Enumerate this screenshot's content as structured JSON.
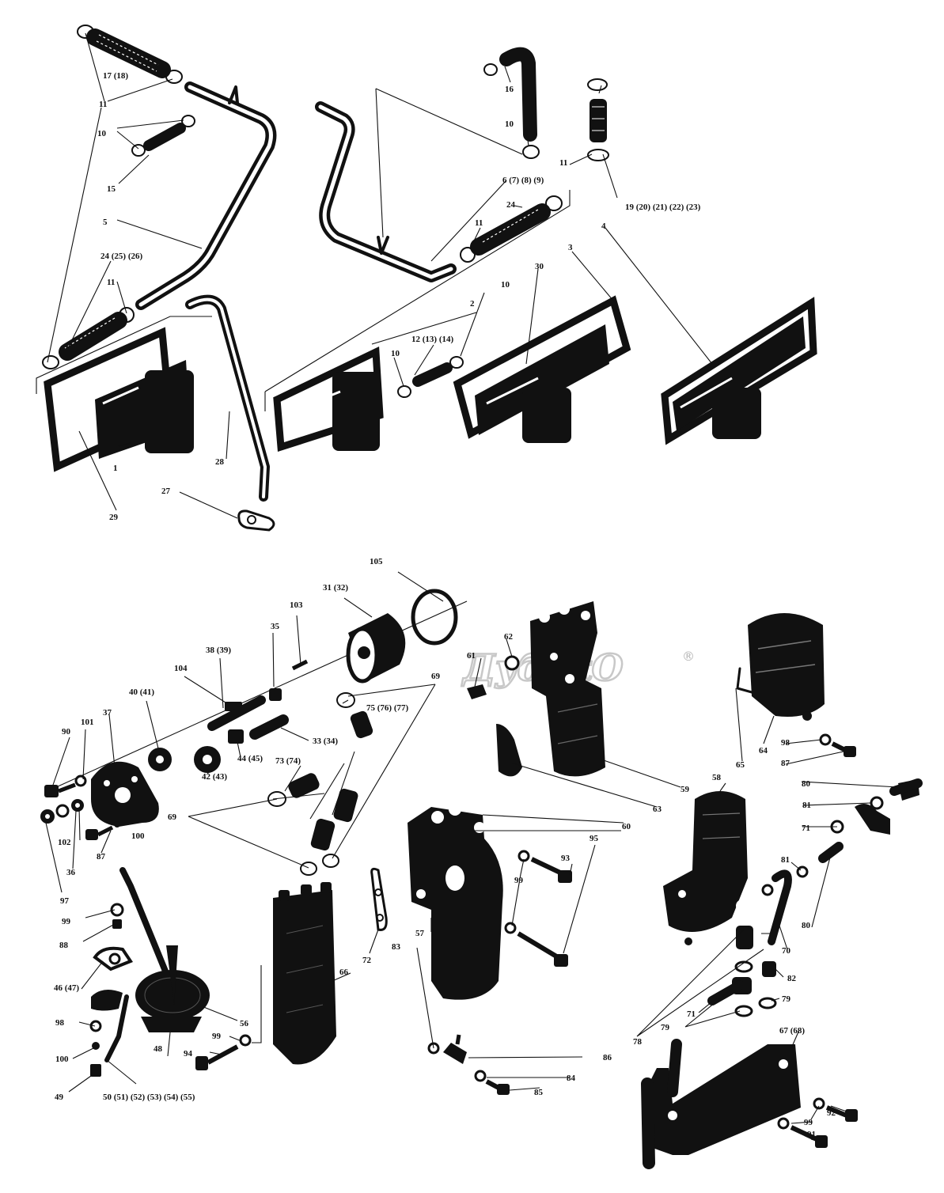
{
  "watermark": {
    "text": "ДубакО",
    "mark": "®"
  },
  "callouts": {
    "c1": "1",
    "c2": "2",
    "c3": "3",
    "c4": "4",
    "c5": "5",
    "c6": "6 (7) (8) (9)",
    "c10a": "10",
    "c10b": "10",
    "c10c": "10",
    "c10d": "10",
    "c11a": "11",
    "c11b": "11",
    "c11c": "11",
    "c11d": "11",
    "c12": "12 (13) (14)",
    "c15": "15",
    "c16": "16",
    "c17": "17 (18)",
    "c19": "19 (20) (21) (22) (23)",
    "c24a": "24 (25) (26)",
    "c24b": "24",
    "c27": "27",
    "c28": "28",
    "c29": "29",
    "c30": "30",
    "c31": "31 (32)",
    "c33": "33 (34)",
    "c35": "35",
    "c36": "36",
    "c37": "37",
    "c38": "38 (39)",
    "c40": "40 (41)",
    "c42": "42 (43)",
    "c44": "44 (45)",
    "c46": "46 (47)",
    "c48": "48",
    "c49": "49",
    "c50": "50 (51) (52) (53) (54) (55)",
    "c56": "56",
    "c57": "57",
    "c58": "58",
    "c59": "59",
    "c60": "60",
    "c61": "61",
    "c62": "62",
    "c63": "63",
    "c64": "64",
    "c65": "65",
    "c66": "66",
    "c67": "67 (68)",
    "c69a": "69",
    "c69b": "69",
    "c70": "70",
    "c71a": "71",
    "c71b": "71",
    "c72": "72",
    "c73": "73 (74)",
    "c75": "75 (76) (77)",
    "c78": "78",
    "c79a": "79",
    "c79b": "79",
    "c80a": "80",
    "c80b": "80",
    "c81a": "81",
    "c81b": "81",
    "c82": "82",
    "c83": "83",
    "c84": "84",
    "c85": "85",
    "c86": "86",
    "c87a": "87",
    "c87b": "87",
    "c88": "88",
    "c90": "90",
    "c91": "91",
    "c92": "92",
    "c93": "93",
    "c94": "94",
    "c95": "95",
    "c97": "97",
    "c98a": "98",
    "c98b": "98",
    "c99a": "99",
    "c99b": "99",
    "c99c": "99",
    "c99d": "99",
    "c100a": "100",
    "c100b": "100",
    "c101": "101",
    "c102": "102",
    "c103": "103",
    "c104": "104",
    "c105": "105"
  }
}
